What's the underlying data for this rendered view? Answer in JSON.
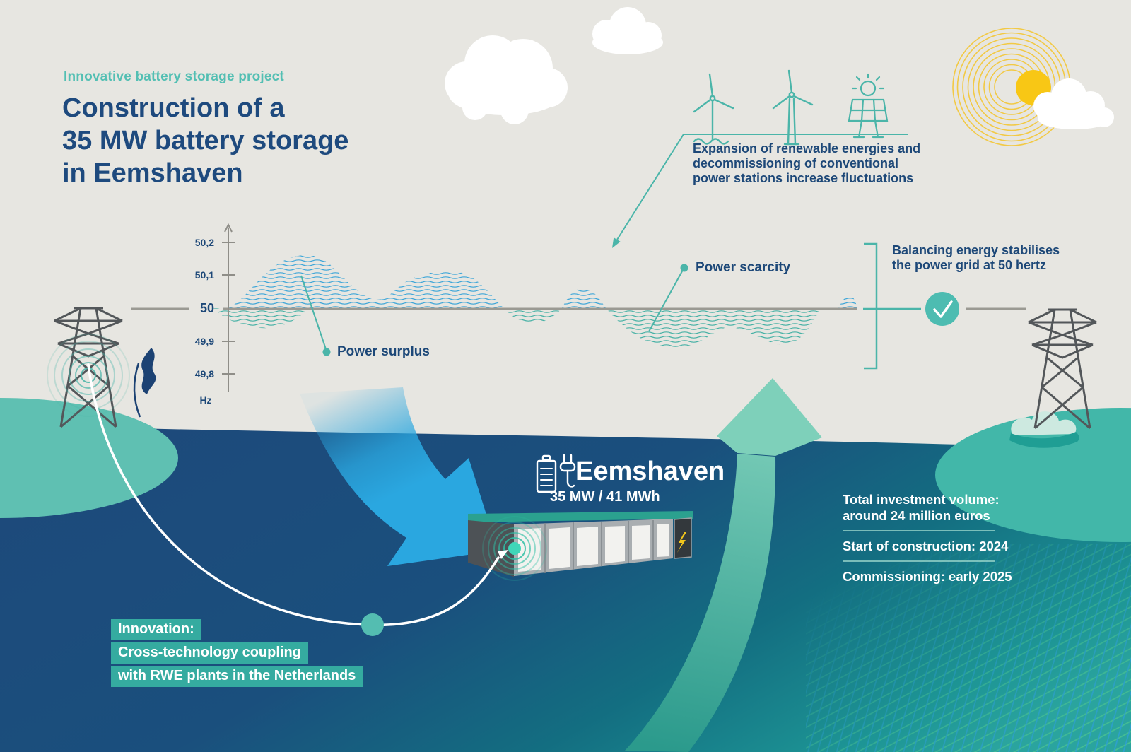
{
  "header": {
    "kicker": "Innovative battery storage project",
    "title_line1": "Construction of a",
    "title_line2": "35 MW battery storage",
    "title_line3": "in Eemshaven"
  },
  "renewables_note": {
    "line1": "Expansion of renewable energies and",
    "line2": "decommissioning of conventional",
    "line3": "power stations increase fluctuations"
  },
  "balancing_note": {
    "line1": "Balancing energy stabilises",
    "line2": "the power grid at 50 hertz"
  },
  "chart": {
    "y_ticks": [
      "50,2",
      "50,1",
      "50",
      "49,9",
      "49,8"
    ],
    "unit": "Hz",
    "surplus_label": "Power surplus",
    "scarcity_label": "Power scarcity"
  },
  "chart_data": {
    "type": "area",
    "title": "Grid frequency fluctuation around 50 Hz",
    "ylabel": "Hz",
    "ylim": [
      49.8,
      50.2
    ],
    "baseline": 50,
    "y_ticks": [
      50.2,
      50.1,
      50.0,
      49.9,
      49.8
    ],
    "regions": [
      {
        "label": "Power surplus",
        "meaning": "frequency above 50 Hz",
        "color": "#3ea6d8"
      },
      {
        "label": "Power scarcity",
        "meaning": "frequency below 50 Hz",
        "color": "#47b1a5"
      }
    ]
  },
  "site": {
    "name": "Eemshaven",
    "capacity": "35 MW / 41 MWh"
  },
  "facts": {
    "investment_label": "Total investment volume:",
    "investment_value": "around 24 million euros",
    "construction": "Start of construction: 2024",
    "commissioning": "Commissioning: early 2025"
  },
  "innovation": {
    "line1": "Innovation:",
    "line2": "Cross-technology coupling",
    "line3": "with RWE plants in the Netherlands"
  },
  "icons": {
    "renewables": [
      "offshore-wind-turbine-icon",
      "wind-turbine-icon",
      "solar-panel-icon"
    ],
    "site": "battery-plug-icon",
    "status": "checkmark-icon"
  },
  "colors": {
    "sky": "#e7e6e1",
    "navy_text": "#1d4878",
    "title_navy": "#1e4a7e",
    "teal_accent": "#4bb5a9",
    "surplus_blue": "#3ea6d8",
    "scarcity_teal": "#47b1a5",
    "sea_blue": "#1d4a7b",
    "sea_teal": "#2aa49e",
    "check_circle": "#4dbcb1",
    "highlight": "#35aba0",
    "sun_yellow": "#f8c715",
    "arrow_blue": "#2aa7e0",
    "arrow_teal": "#7fd0bb"
  }
}
